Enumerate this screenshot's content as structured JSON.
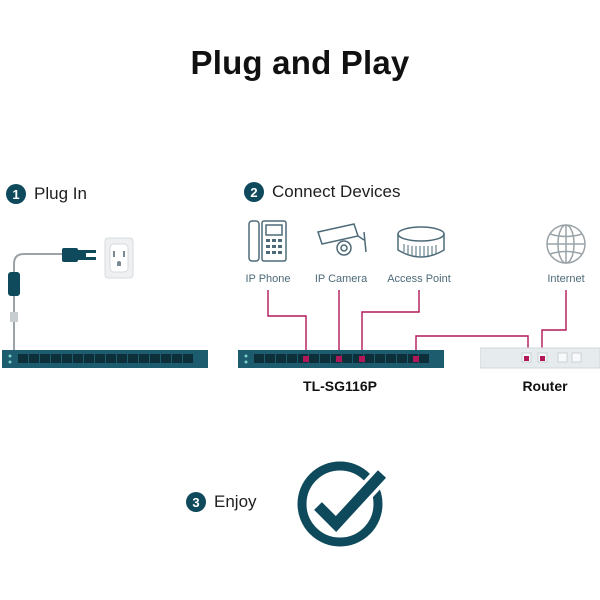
{
  "header": {
    "title": "Plug and Play"
  },
  "steps": [
    {
      "number": "1",
      "label": "Plug In"
    },
    {
      "number": "2",
      "label": "Connect Devices"
    },
    {
      "number": "3",
      "label": "Enjoy"
    }
  ],
  "devices": {
    "ip_phone": "IP Phone",
    "ip_camera": "IP Camera",
    "access_point": "Access Point",
    "internet": "Internet"
  },
  "hardware": {
    "switch_name": "TL-SG116P",
    "router_name": "Router"
  },
  "colors": {
    "teal": "#0e4a5c",
    "switch_body": "#1d5b6e",
    "cable": "#b0185a",
    "line_gray": "#9aa3a8",
    "router_body": "#e6ebed"
  }
}
